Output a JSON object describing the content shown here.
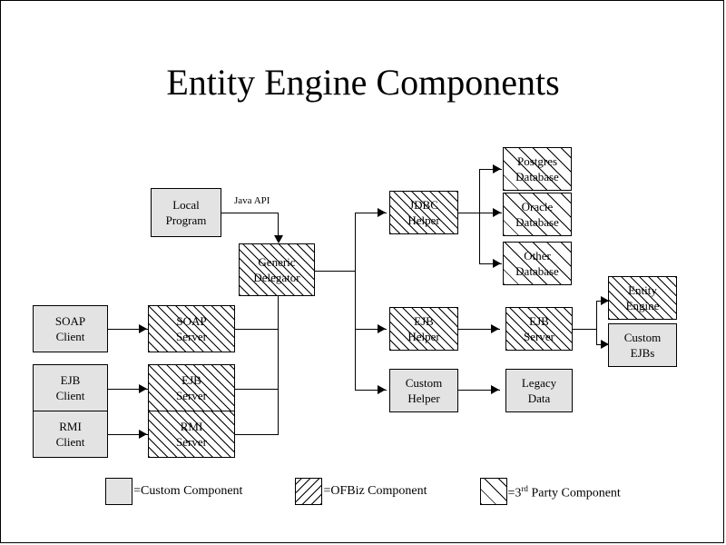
{
  "slide": {
    "title": "Entity Engine Components",
    "background_color": "#ffffff",
    "border_color": "#000000"
  },
  "styles": {
    "custom_fill": "#e3e3e3",
    "ofbiz_fill": "hatched",
    "third_party_fill": "hatched-wide",
    "line_color": "#000000"
  },
  "nodes": {
    "local_program": {
      "line1": "Local",
      "line2": "Program",
      "kind": "custom"
    },
    "soap_client": {
      "line1": "SOAP",
      "line2": "Client",
      "kind": "custom"
    },
    "ejb_client": {
      "line1": "EJB",
      "line2": "Client",
      "kind": "custom"
    },
    "rmi_client": {
      "line1": "RMI",
      "line2": "Client",
      "kind": "custom"
    },
    "soap_server": {
      "line1": "SOAP",
      "line2": "Server",
      "kind": "ofbiz"
    },
    "ejb_server_left": {
      "line1": "EJB",
      "line2": "Server",
      "kind": "ofbiz"
    },
    "rmi_server": {
      "line1": "RMI",
      "line2": "Server",
      "kind": "ofbiz"
    },
    "generic_delegator": {
      "line1": "Generic",
      "line2": "Delegator",
      "kind": "ofbiz"
    },
    "jdbc_helper": {
      "line1": "JDBC",
      "line2": "Helper",
      "kind": "ofbiz"
    },
    "ejb_helper": {
      "line1": "EJB",
      "line2": "Helper",
      "kind": "ofbiz"
    },
    "custom_helper": {
      "line1": "Custom",
      "line2": "Helper",
      "kind": "custom"
    },
    "postgres_db": {
      "line1": "Postgres",
      "line2": "Database",
      "kind": "third"
    },
    "oracle_db": {
      "line1": "Oracle",
      "line2": "Database",
      "kind": "third"
    },
    "other_db": {
      "line1": "Other",
      "line2": "Database",
      "kind": "third"
    },
    "ejb_server_right": {
      "line1": "EJB",
      "line2": "Server",
      "kind": "ofbiz"
    },
    "legacy_data": {
      "line1": "Legacy",
      "line2": "Data",
      "kind": "custom"
    },
    "entity_engine": {
      "line1": "Entity",
      "line2": "Engine",
      "kind": "ofbiz"
    },
    "custom_ejbs": {
      "line1": "Custom",
      "line2": "EJBs",
      "kind": "custom"
    }
  },
  "edge_labels": {
    "java_api": "Java API"
  },
  "legend": {
    "items": [
      {
        "kind": "custom",
        "label": "=Custom Component"
      },
      {
        "kind": "ofbiz",
        "label": "=OFBiz Component"
      },
      {
        "kind": "third",
        "label_prefix": "=3",
        "label_sup": "rd",
        "label_suffix": " Party Component"
      }
    ]
  }
}
